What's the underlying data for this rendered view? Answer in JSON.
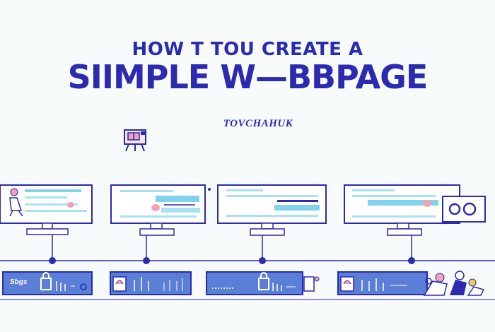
{
  "header": {
    "title_line1": "HOW T TOU CREATE A",
    "title_line2": "SIIMPLE W—BBPAGE",
    "subtitle": "TOVCHAHUK"
  },
  "timeline": {
    "first_bar_label": "Sbgs"
  },
  "colors": {
    "navy": "#2b2ab0",
    "screen_fill": "#ffffff",
    "content_line": "#7fd3ea",
    "bar_fill": "#5b7fd6",
    "accent_pink": "#f2a2b8",
    "background": "#f7fbfc"
  },
  "icons": [
    "camera-icon",
    "user-avatar-icon",
    "person-figure-icon",
    "document-icon",
    "lock-icon"
  ]
}
